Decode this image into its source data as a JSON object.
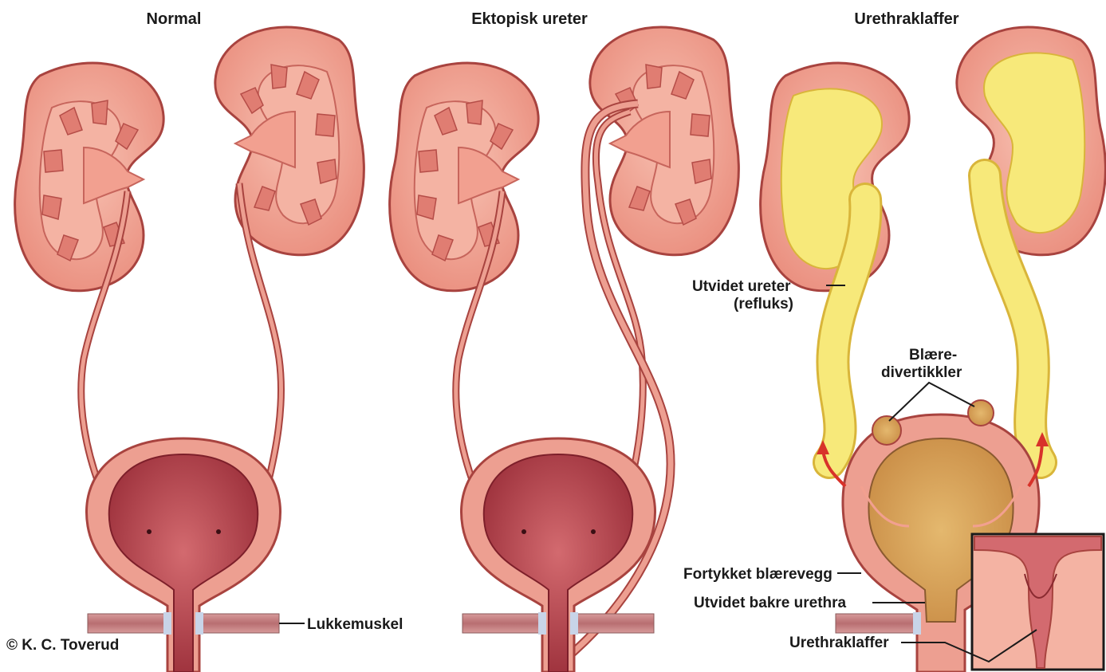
{
  "panels": [
    {
      "title": "Normal"
    },
    {
      "title": "Ektopisk ureter"
    },
    {
      "title": "Urethraklaffer"
    }
  ],
  "labels": {
    "lukkemuskel": "Lukkemuskel",
    "utvidet_ureter_line1": "Utvidet ureter",
    "utvidet_ureter_line2": "(refluks)",
    "blaere_line1": "Blære-",
    "blaere_line2": "divertikkler",
    "fortykket": "Fortykket blærevegg",
    "bakre_urethra": "Utvidet bakre urethra",
    "urethraklaffer": "Urethraklaffer"
  },
  "copyright": "© K. C. Toverud",
  "colors": {
    "kidney_fill": "#f2a696",
    "kidney_outline": "#a8433f",
    "tissue_pink": "#ed9f91",
    "bladder_inner": "#b9444d",
    "urine_yellow": "#f7e97a",
    "bladder_urine": "#d9a35a",
    "muscle_band": "#c98a8a",
    "arrow_red": "#d8322a"
  }
}
